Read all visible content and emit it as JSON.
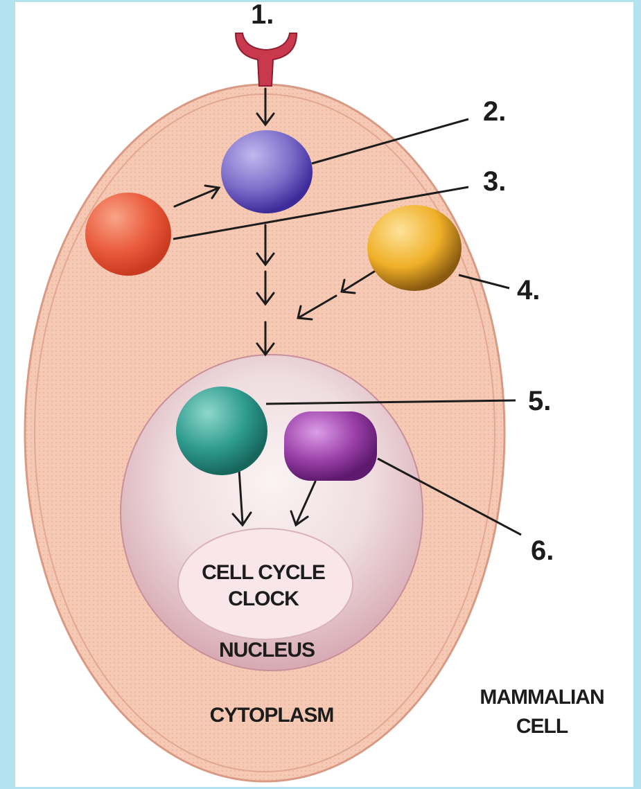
{
  "labels": {
    "n1": "1.",
    "n2": "2.",
    "n3": "3.",
    "n4": "4.",
    "n5": "5.",
    "n6": "6."
  },
  "text": {
    "clock_line1": "CELL CYCLE",
    "clock_line2": "CLOCK",
    "nucleus": "NUCLEUS",
    "cytoplasm": "CYTOPLASM",
    "mammalian_line1": "MAMMALIAN",
    "mammalian_line2": "CELL"
  },
  "colors": {
    "background": "#b2e3ef",
    "cell_fill": "#f5c9b3",
    "cell_edge": "#d99a85",
    "nucleus_fill": "#ead5d8",
    "clock_fill": "#f9e6ea",
    "receptor": "#c9394d",
    "protein2": "#7d6dc9",
    "protein3": "#ea5a3c",
    "protein4": "#f0b028",
    "protein5": "#2e9a8e",
    "protein6": "#9a3fa8",
    "ink": "#1c1c1c"
  }
}
